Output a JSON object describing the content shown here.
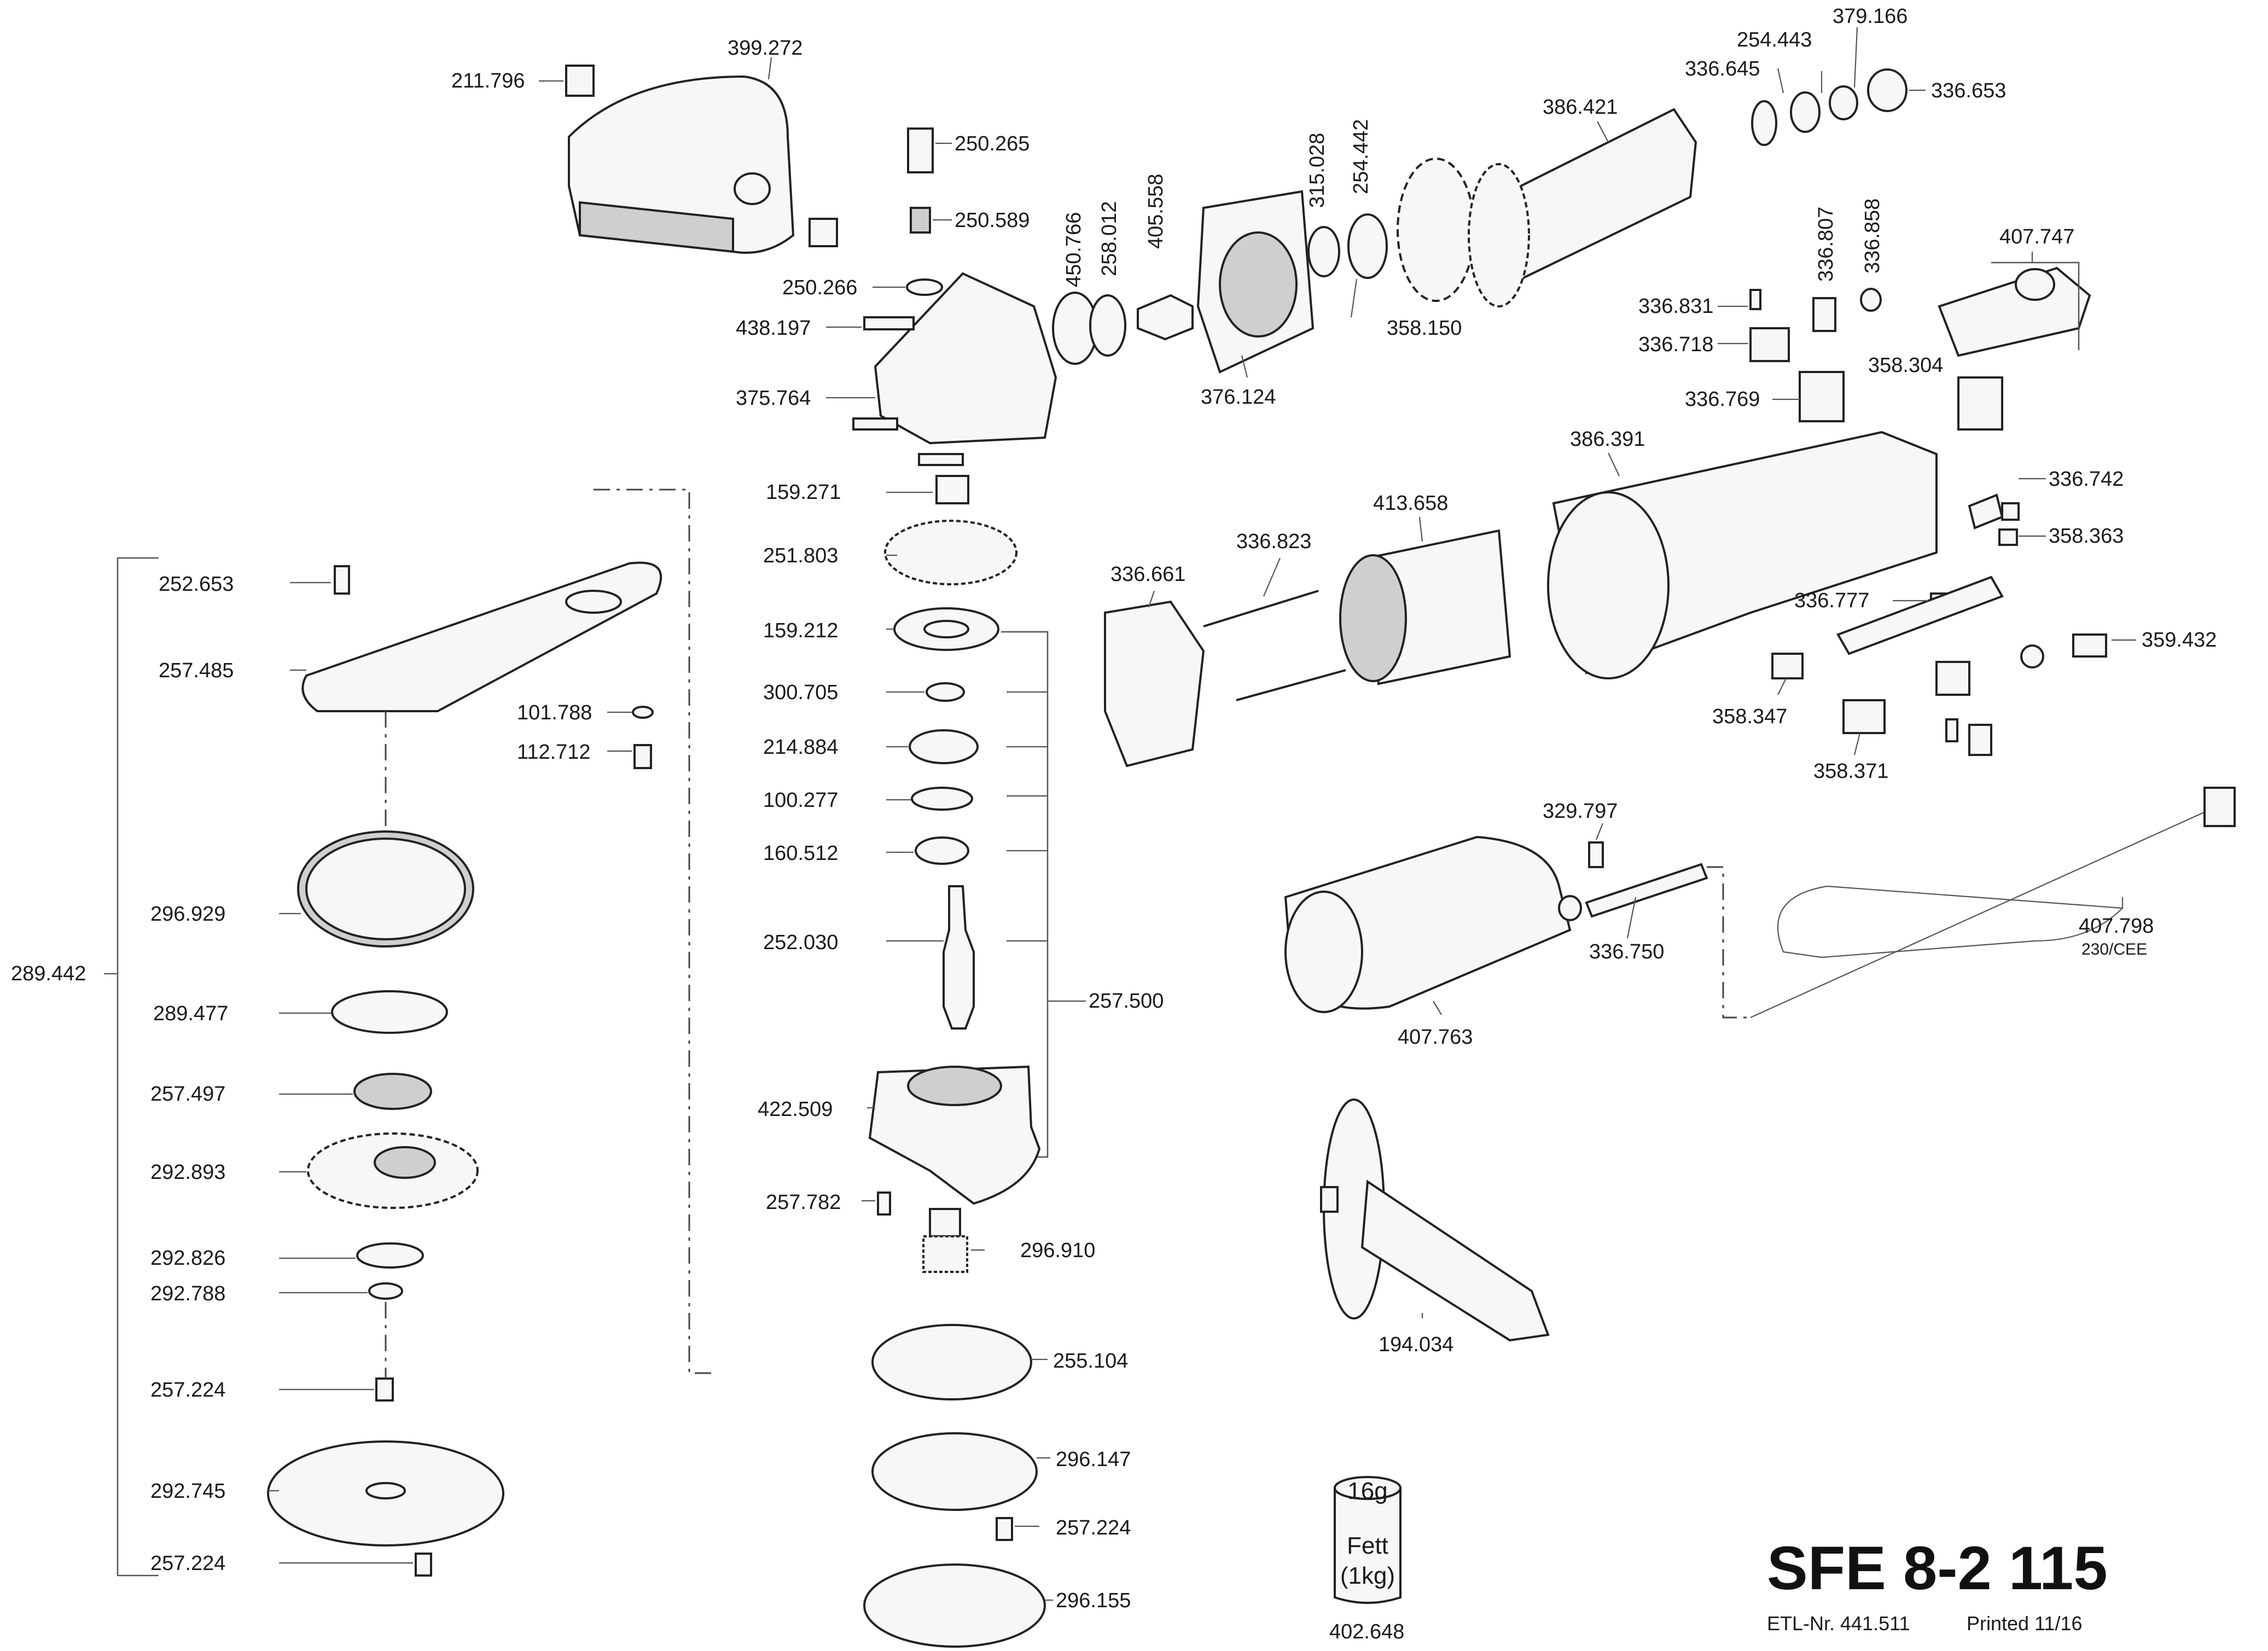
{
  "title": "SFE 8-2 115",
  "etl_number": "ETL-Nr. 441.511",
  "printed": "Printed 11/16",
  "grease": {
    "amount": "16g",
    "name": "Fett",
    "pack": "(1kg)",
    "part_number": "402.648"
  },
  "cable_note": "230/CEE",
  "labels": {
    "p211796": "211.796",
    "p399272": "399.272",
    "p250265": "250.265",
    "p250589": "250.589",
    "p250266": "250.266",
    "p438197": "438.197",
    "p375764": "375.764",
    "p450766": "450.766",
    "p258012": "258.012",
    "p405558": "405.558",
    "p376124": "376.124",
    "p315028": "315.028",
    "p254442": "254.442",
    "p358150": "358.150",
    "p386421": "386.421",
    "p336645": "336.645",
    "p254443": "254.443",
    "p379166": "379.166",
    "p336653": "336.653",
    "p336831": "336.831",
    "p336807": "336.807",
    "p336858": "336.858",
    "p336718": "336.718",
    "p407747": "407.747",
    "p358304": "358.304",
    "p336769": "336.769",
    "p386391": "386.391",
    "p336742": "336.742",
    "p358363": "358.363",
    "p413658": "413.658",
    "p336823": "336.823",
    "p336661": "336.661",
    "p336777": "336.777",
    "p359432": "359.432",
    "p358347": "358.347",
    "p358371": "358.371",
    "p159271": "159.271",
    "p251803": "251.803",
    "p159212": "159.212",
    "p300705": "300.705",
    "p214884": "214.884",
    "p100277": "100.277",
    "p160512": "160.512",
    "p252030": "252.030",
    "p257500": "257.500",
    "p422509": "422.509",
    "p257782": "257.782",
    "p296910": "296.910",
    "p255104": "255.104",
    "p296147": "296.147",
    "p257224b": "257.224",
    "p296155": "296.155",
    "p252653": "252.653",
    "p257485": "257.485",
    "p101788": "101.788",
    "p112712": "112.712",
    "p296929": "296.929",
    "p289442": "289.442",
    "p289477": "289.477",
    "p257497": "257.497",
    "p292893": "292.893",
    "p292826": "292.826",
    "p292788": "292.788",
    "p257224a": "257.224",
    "p292745": "292.745",
    "p257224c": "257.224",
    "p329797": "329.797",
    "p336750": "336.750",
    "p407763": "407.763",
    "p407798": "407.798",
    "p194034": "194.034"
  }
}
